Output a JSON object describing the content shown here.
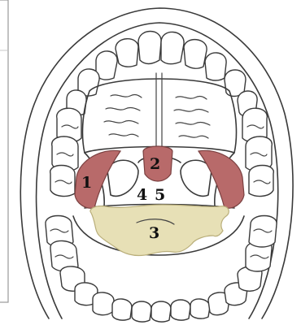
{
  "labels": {
    "l1": "1",
    "l2": "2",
    "l3": "3",
    "l4": "4",
    "l5": "5"
  },
  "colors": {
    "muscle": "#b86a6a",
    "muscle_stroke": "#7a4040",
    "tongue": "#e7e0b6",
    "tongue_stroke": "#b9ae7a",
    "outline": "#3a3a3a",
    "panel_border": "#9a9a9a"
  }
}
